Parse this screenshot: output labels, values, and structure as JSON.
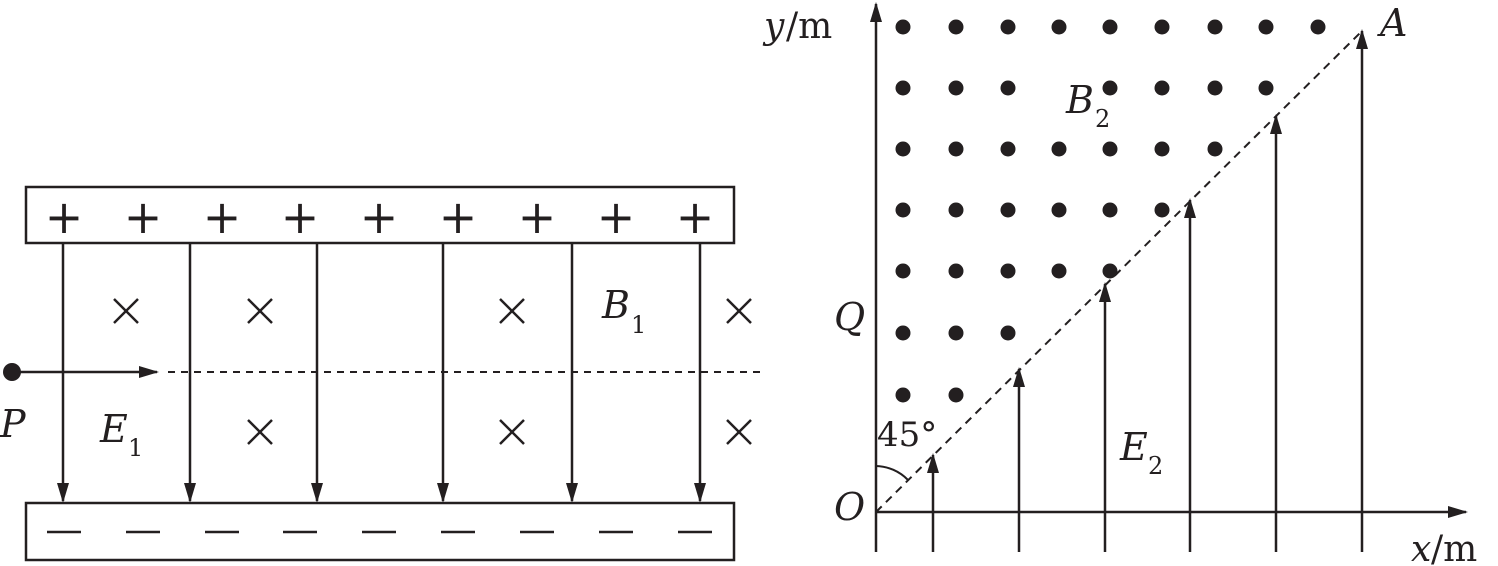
{
  "colors": {
    "ink": "#231f20",
    "background": "#ffffff"
  },
  "left_panel": {
    "top_plate_symbol": "+",
    "bottom_plate_symbol": "−",
    "point_label": "P",
    "field_label": {
      "main": "E",
      "sub": "1"
    },
    "magnetic_label": {
      "main": "B",
      "sub": "1"
    },
    "into_page_symbol": "×"
  },
  "right_panel": {
    "y_axis_label": {
      "var": "y",
      "unit": "/m"
    },
    "x_axis_label": {
      "var": "x",
      "unit": "/m"
    },
    "origin_label": "O",
    "q_label": "Q",
    "a_label": "A",
    "angle_label": "45°",
    "magnetic_label": {
      "main": "B",
      "sub": "2"
    },
    "field_label": {
      "main": "E",
      "sub": "2"
    }
  }
}
